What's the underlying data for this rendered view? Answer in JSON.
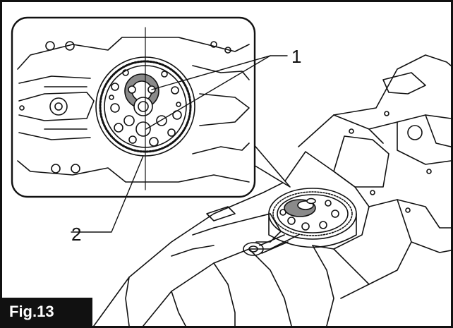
{
  "figure": {
    "label": "Fig.13",
    "callouts": [
      {
        "id": "1",
        "text": "1"
      },
      {
        "id": "2",
        "text": "2"
      }
    ]
  },
  "colors": {
    "line": "#111111",
    "background": "#ffffff",
    "highlight": "#8a8a8a",
    "label_bg": "#111111",
    "label_text": "#ffffff"
  }
}
